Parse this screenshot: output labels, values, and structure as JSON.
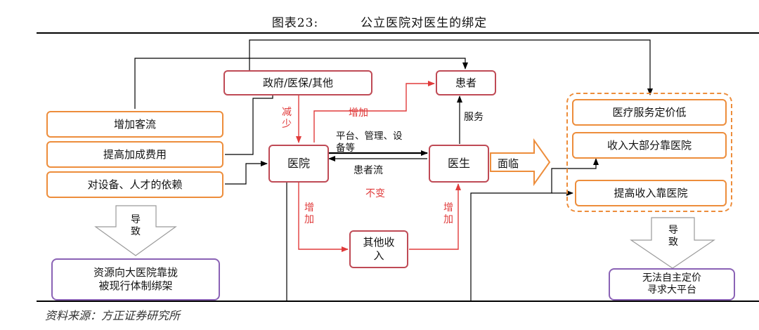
{
  "figure": {
    "number": "图表23:",
    "title": "公立医院对医生的绑定"
  },
  "left_boxes": [
    "增加客流",
    "提高加成费用",
    "对设备、人才的依赖"
  ],
  "left_arrow_label": "导致",
  "left_result": [
    "资源向大医院靠拢",
    "被现行体制绑架"
  ],
  "center": {
    "govt": "政府/医保/其他",
    "patient": "患者",
    "hospital": "医院",
    "doctor": "医生",
    "other_income": [
      "其他收",
      "入"
    ]
  },
  "edge_labels": {
    "reduce": "减少",
    "increase_patient": "增加",
    "service": "服务",
    "platform": [
      "平台、管理、设",
      "备等"
    ],
    "patient_flow": "患者流",
    "unchanged": "不变",
    "increase_left": "增加",
    "increase_right": "增加"
  },
  "face_arrow_label": "面临",
  "right_boxes": [
    "医疗服务定价低",
    "收入大部分靠医院",
    "提高收入靠医院"
  ],
  "right_arrow_label": "导致",
  "right_result": [
    "无法自主定价",
    "寻求大平台"
  ],
  "source": "资料来源：方正证券研究所",
  "colors": {
    "orange": "#ed8d3b",
    "red_border": "#bf4a55",
    "red_arrow": "#e03b3b",
    "purple": "#8a62b5"
  }
}
